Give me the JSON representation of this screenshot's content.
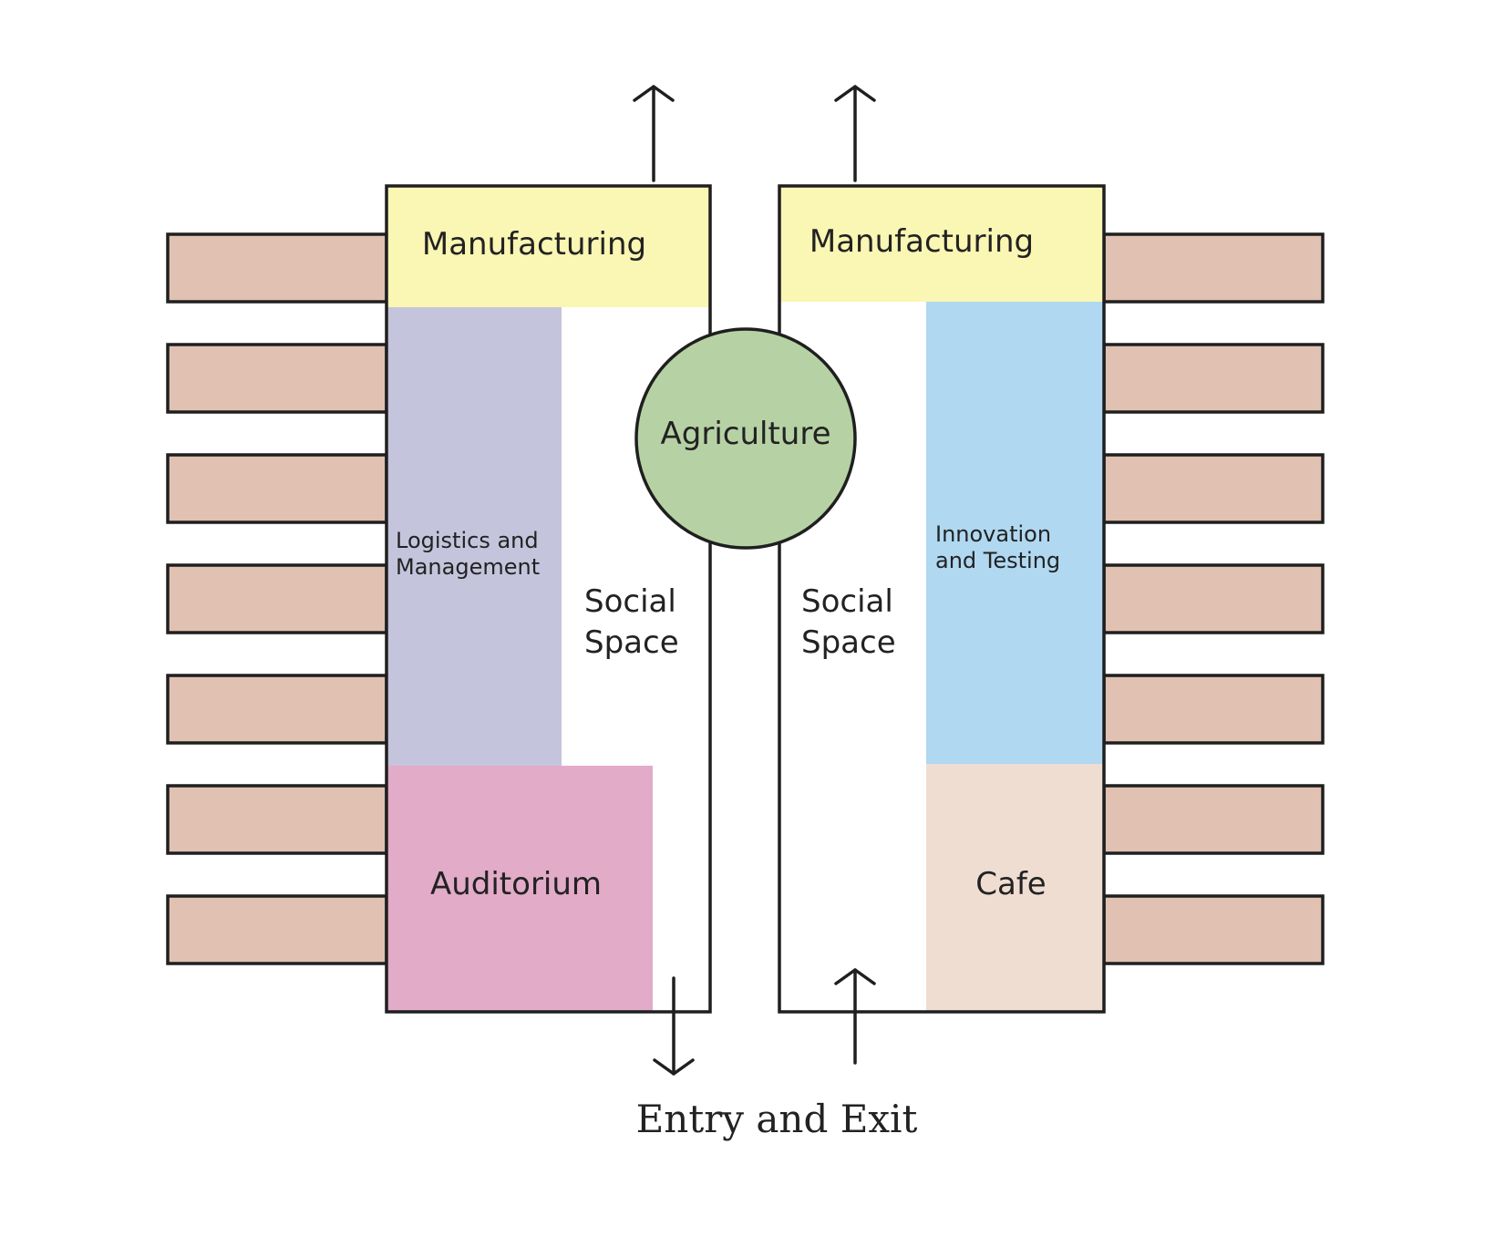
{
  "colors": {
    "manufacturing": "#faf6b3",
    "logistics": "#c4c5dc",
    "auditorium": "#e2abc8",
    "innovation": "#b0d8f1",
    "cafe": "#f0ddd2",
    "agriculture": "#b6d2a5",
    "slat": "#e0c1b2",
    "outline": "#1f1f1f"
  },
  "left_block": {
    "manufacturing": "Manufacturing",
    "logistics": [
      "Logistics and",
      "Management"
    ],
    "social_space": [
      "Social",
      "Space"
    ],
    "auditorium": "Auditorium",
    "slat_count": 7
  },
  "right_block": {
    "manufacturing": "Manufacturing",
    "innovation": [
      "Innovation",
      "and Testing"
    ],
    "social_space": [
      "Social",
      "Space"
    ],
    "cafe": "Cafe",
    "slat_count": 7
  },
  "center": {
    "agriculture": "Agriculture"
  },
  "footer": {
    "entry_exit": "Entry and Exit"
  }
}
